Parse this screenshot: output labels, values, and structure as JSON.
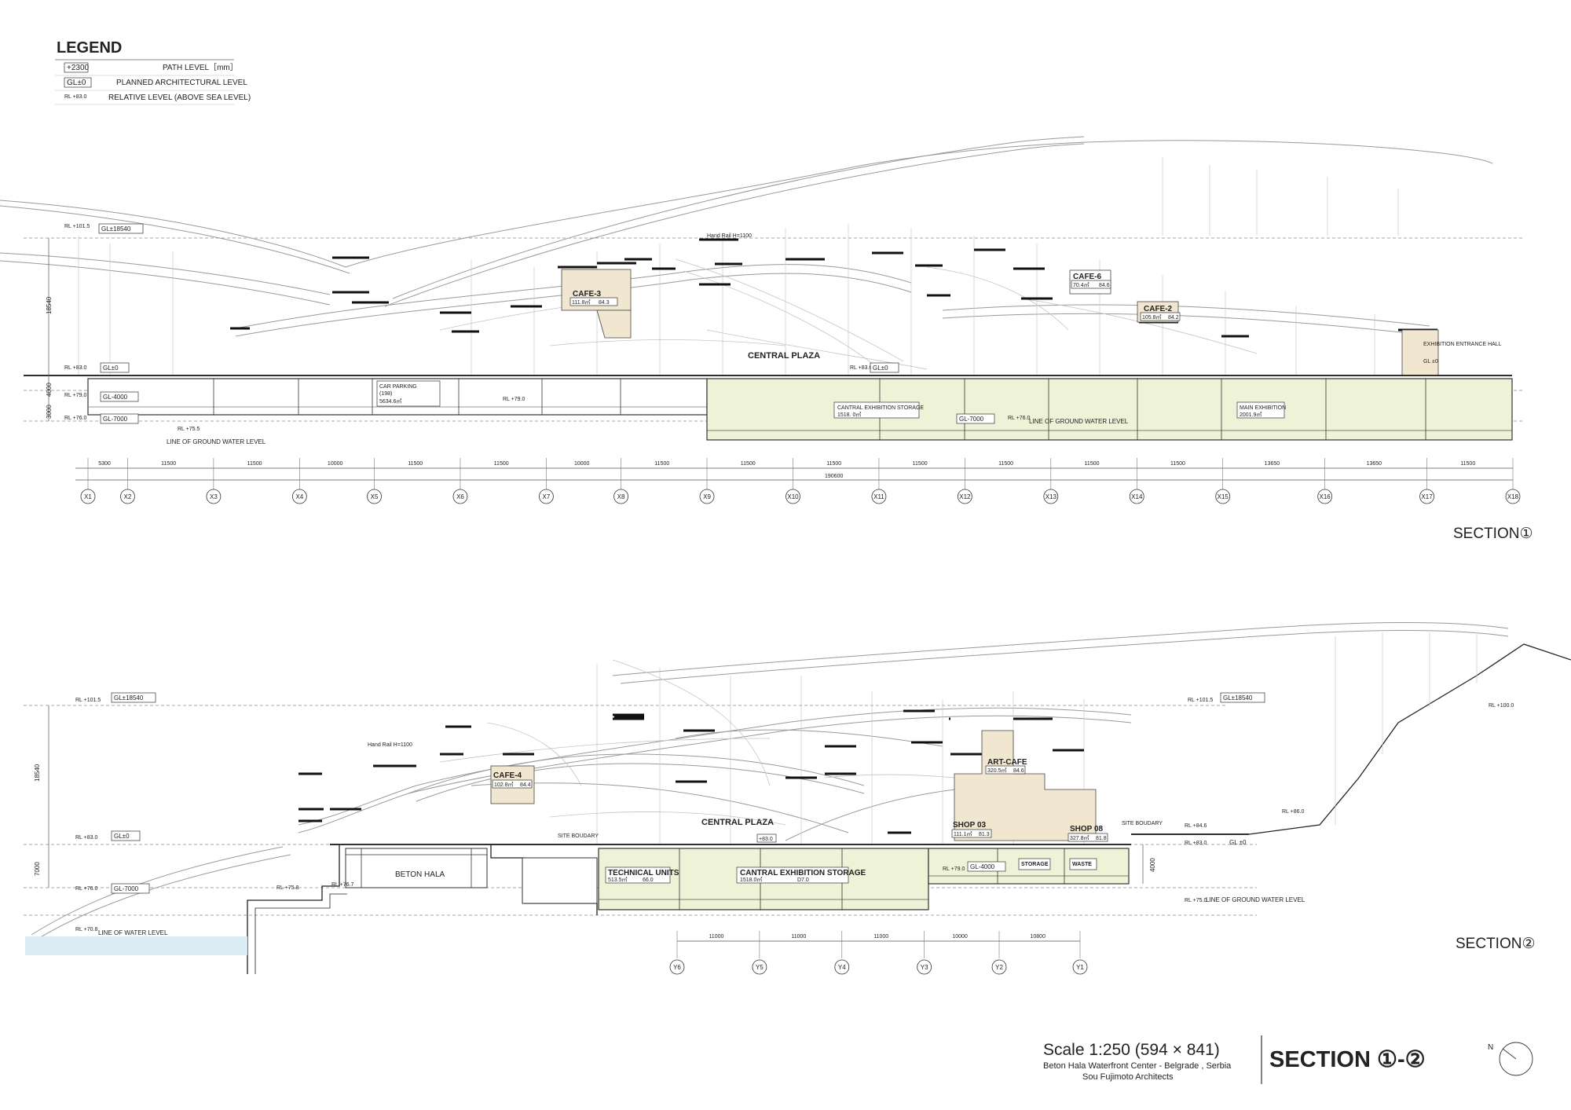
{
  "legend": {
    "title": "LEGEND",
    "rows": [
      {
        "symbol": "+2300",
        "text": "PATH LEVEL［mm］"
      },
      {
        "symbol": "GL±0",
        "text": "PLANNED ARCHITECTURAL LEVEL"
      },
      {
        "symbol": "RL +83.0",
        "text": "RELATIVE LEVEL (ABOVE SEA LEVEL)"
      }
    ]
  },
  "section1": {
    "label": "SECTION①",
    "levels": {
      "rl_top": "RL +101.5",
      "gl_top": "GL±18540",
      "rl_ground": "RL +83.0",
      "gl_ground": "GL±0",
      "rl_b1": "RL +79.0",
      "gl_b1": "GL-4000",
      "rl_b2": "RL +76.0",
      "gl_b2": "GL-7000",
      "rl_water": "RL +75.5",
      "water_note": "LINE OF GROUND WATER LEVEL",
      "rl_mid": "RL +79.0",
      "rl_plaza": "RL +83.0",
      "gl_plaza": "GL±0",
      "gl_storage": "GL-7000",
      "rl_storage": "RL +76.0",
      "water_note2": "LINE OF GROUND WATER LEVEL"
    },
    "vertical_dims": [
      "18540",
      "4000",
      "3000"
    ],
    "rooms": {
      "cafe3": {
        "name": "CAFE-3",
        "area": "111.8㎡",
        "level": "84.3"
      },
      "cafe6": {
        "name": "CAFE-6",
        "area": "70.4㎡",
        "level": "84.6"
      },
      "cafe2": {
        "name": "CAFE-2",
        "area": "105.8㎡",
        "level": "84.2"
      },
      "plaza": "CENTRAL PLAZA",
      "hall": {
        "name": "EXHIBITION ENTRANCE HALL",
        "level": "GL ±0"
      },
      "parking": {
        "name": "CAR PARKING",
        "count": "(198)",
        "area": "5634.6㎡"
      },
      "storage": {
        "name": "CANTRAL EXHIBITION STORAGE",
        "area": "1518. 0㎡"
      },
      "exhibition": {
        "name": "MAIN EXHIBITION",
        "area": "2001.9㎡"
      }
    },
    "hand_rail": "Hand Rail H=1100",
    "spans": [
      "5300",
      "11500",
      "11500",
      "10000",
      "11500",
      "11500",
      "10000",
      "11500",
      "11500",
      "11500",
      "11500",
      "11500",
      "11500",
      "11500",
      "13650",
      "13650",
      "11500"
    ],
    "total": "190600",
    "grid": [
      "X1",
      "X2",
      "X3",
      "X4",
      "X5",
      "X6",
      "X7",
      "X8",
      "X9",
      "X10",
      "X11",
      "X12",
      "X13",
      "X14",
      "X15",
      "X16",
      "X17",
      "X18"
    ]
  },
  "section2": {
    "label": "SECTION②",
    "levels": {
      "rl_top": "RL +101.5",
      "gl_top": "GL±18540",
      "rl_top_r": "RL +101.5",
      "gl_top_r": "GL±18540",
      "rl_ground": "RL +83.0",
      "gl_ground": "GL±0",
      "rl_b2": "RL +76.0",
      "gl_b2": "GL-7000",
      "rl_water": "RL +70.8",
      "water_note": "LINE OF WATER LEVEL",
      "rl_bh1": "RL +76.7",
      "rl_bh2": "RL +75.8",
      "rl_r1": "RL +84.6",
      "rl_r2": "RL +83.0",
      "gl_r": "GL ±0",
      "rl_r3": "RL +75.0",
      "water_note_r": "LINE OF GROUND WATER LEVEL",
      "rl_shop": "RL +79.0",
      "gl_shop": "GL-4000",
      "rl_hill1": "RL +86.0",
      "rl_hill2": "RL +100.0",
      "gl_plaza_tag": "+83.0"
    },
    "vertical_dims": [
      "18540",
      "7000",
      "4000"
    ],
    "rooms": {
      "cafe4": {
        "name": "CAFE-4",
        "area": "102.8㎡",
        "level": "84.4"
      },
      "artcafe": {
        "name": "ART-CAFE",
        "area": "320.5㎡",
        "level": "84.6"
      },
      "shop03": {
        "name": "SHOP 03",
        "area": "111.1㎡",
        "level": "81.3"
      },
      "shop08": {
        "name": "SHOP 08",
        "area": "327.8㎡",
        "level": "81.8"
      },
      "plaza": "CENTRAL PLAZA",
      "beton": "BETON HALA",
      "technical": {
        "name": "TECHNICAL UNITS",
        "area": "513.5㎡",
        "level": "66.0"
      },
      "storage": {
        "name": "CANTRAL EXHIBITION STORAGE",
        "area": "1518.0㎡",
        "level": "D7.0"
      },
      "storage_small": "STORAGE",
      "waste": "WASTE"
    },
    "site_boundary": "SITE BOUDARY",
    "hand_rail": "Hand Rail H=1100",
    "spans": [
      "11000",
      "11000",
      "11000",
      "10000",
      "10800"
    ],
    "grid": [
      "Y6",
      "Y5",
      "Y4",
      "Y3",
      "Y2",
      "Y1"
    ]
  },
  "titleblock": {
    "scale": "Scale 1:250 (594 × 841)",
    "project": "Beton Hala Waterfront Center - Belgrade , Serbia",
    "architect": "Sou Fujimoto Architects",
    "title": "SECTION ①-②",
    "north": "N"
  },
  "colors": {
    "underground_fill": "#eef3d8",
    "cafe_fill": "#f1e6cf",
    "water_fill": "#dcecf5",
    "line": "#222222"
  }
}
